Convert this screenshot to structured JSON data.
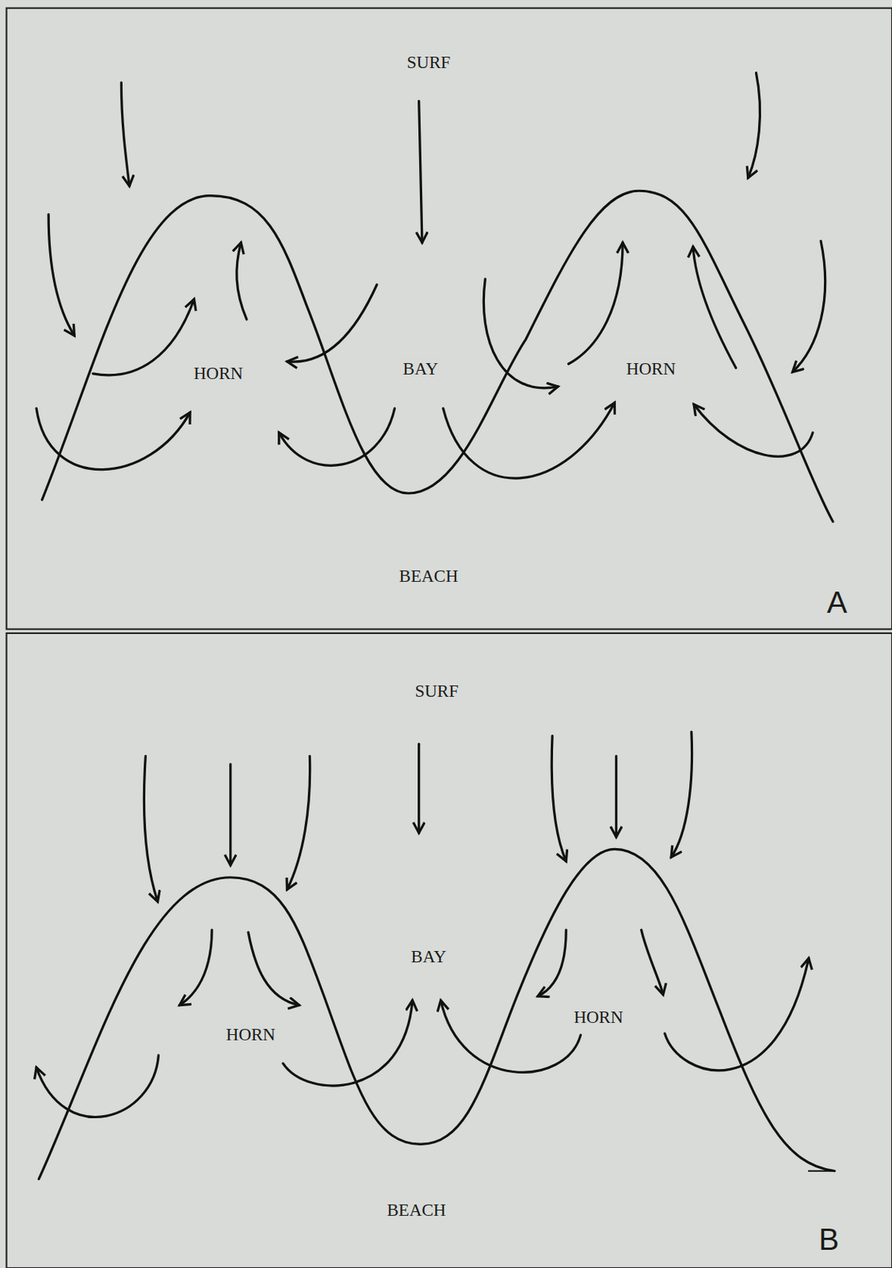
{
  "diagram": {
    "labels": [
      "SURF",
      "HORN",
      "BAY",
      "HORN",
      "BEACH",
      "A",
      "SURF",
      "BAY",
      "HORN",
      "HORN",
      "BEACH",
      "B"
    ]
  }
}
